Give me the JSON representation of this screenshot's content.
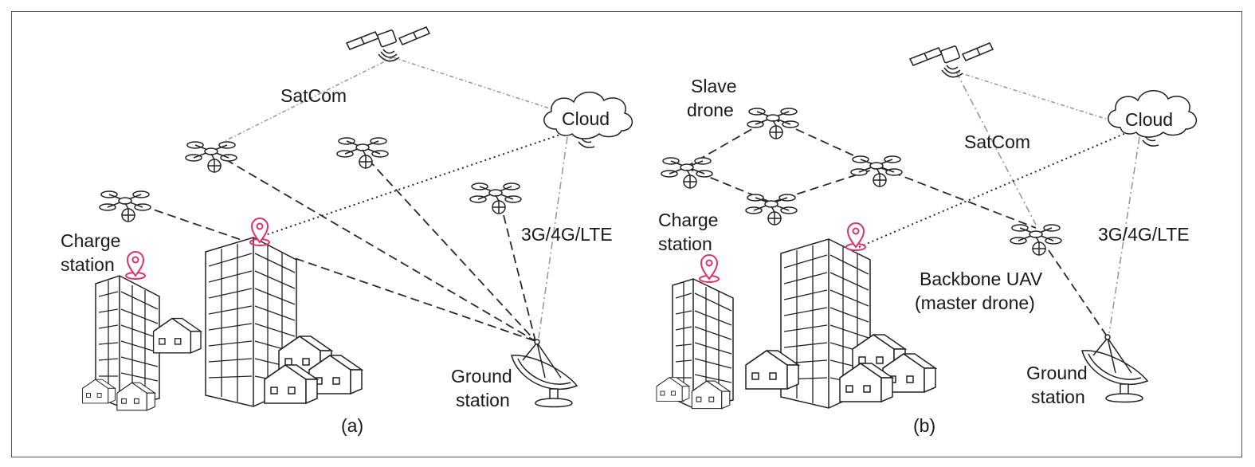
{
  "panels": [
    {
      "id": "a",
      "caption": "(a)",
      "labels": {
        "satcom": "SatCom",
        "cloud": "Cloud",
        "cellular": "3G/4G/LTE",
        "charge_station_line1": "Charge",
        "charge_station_line2": "station",
        "ground_station_line1": "Ground",
        "ground_station_line2": "station"
      }
    },
    {
      "id": "b",
      "caption": "(b)",
      "labels": {
        "slave_drone_line1": "Slave",
        "slave_drone_line2": "drone",
        "satcom": "SatCom",
        "cloud": "Cloud",
        "cellular": "3G/4G/LTE",
        "charge_station_line1": "Charge",
        "charge_station_line2": "station",
        "backbone_line1": "Backbone UAV",
        "backbone_line2": "(master drone)",
        "ground_station_line1": "Ground",
        "ground_station_line2": "station"
      }
    }
  ],
  "colors": {
    "pin": "#e0306e",
    "ink": "#222222",
    "satcom_link": "#9a9a9a",
    "drone_link": "#2a2a2a",
    "frame": "#555555"
  },
  "icons": [
    "satellite-icon",
    "cloud-icon",
    "drone-icon",
    "location-pin-icon",
    "satellite-dish-icon",
    "building-icon",
    "house-icon"
  ]
}
